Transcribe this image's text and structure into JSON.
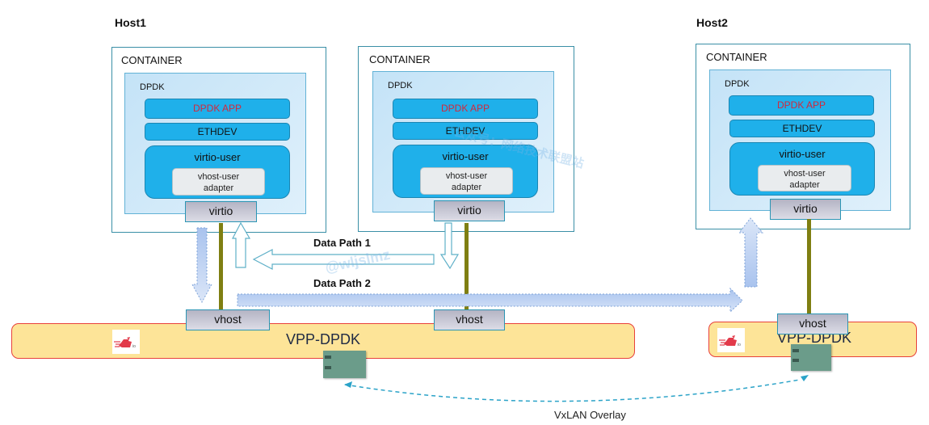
{
  "hosts": [
    {
      "label": "Host1"
    },
    {
      "label": "Host2"
    }
  ],
  "containers": [
    {
      "title": "CONTAINER",
      "dpdk_label": "DPDK",
      "app_label": "DPDK APP",
      "ethdev_label": "ETHDEV",
      "virtio_user_label": "virtio-user",
      "adapter_label_line1": "vhost-user",
      "adapter_label_line2": "adapter",
      "virtio_port_label": "virtio"
    },
    {
      "title": "CONTAINER",
      "dpdk_label": "DPDK",
      "app_label": "DPDK APP",
      "ethdev_label": "ETHDEV",
      "virtio_user_label": "virtio-user",
      "adapter_label_line1": "vhost-user",
      "adapter_label_line2": "adapter",
      "virtio_port_label": "virtio"
    },
    {
      "title": "CONTAINER",
      "dpdk_label": "DPDK",
      "app_label": "DPDK APP",
      "ethdev_label": "ETHDEV",
      "virtio_user_label": "virtio-user",
      "adapter_label_line1": "vhost-user",
      "adapter_label_line2": "adapter",
      "virtio_port_label": "virtio"
    }
  ],
  "vhost_ports": [
    {
      "label": "vhost"
    },
    {
      "label": "vhost"
    },
    {
      "label": "vhost"
    }
  ],
  "vpp": [
    {
      "label": "VPP-DPDK",
      "logo": "fd.io"
    },
    {
      "label": "VPP-DPDK",
      "logo": "fd.io"
    }
  ],
  "paths": {
    "data_path_1": "Data Path 1",
    "data_path_2": "Data Path 2",
    "overlay": "VxLAN Overlay"
  },
  "watermarks": {
    "chinese": "公众号：网络技术联盟站",
    "handle": "@wljslmz"
  },
  "colors": {
    "app_text": "#d2283c",
    "bar_fill": "#1fb0ea",
    "vpp_fill": "#fde498",
    "vpp_border": "#e8413b",
    "link": "#7f7f12",
    "overlay": "#2ba3c8"
  }
}
